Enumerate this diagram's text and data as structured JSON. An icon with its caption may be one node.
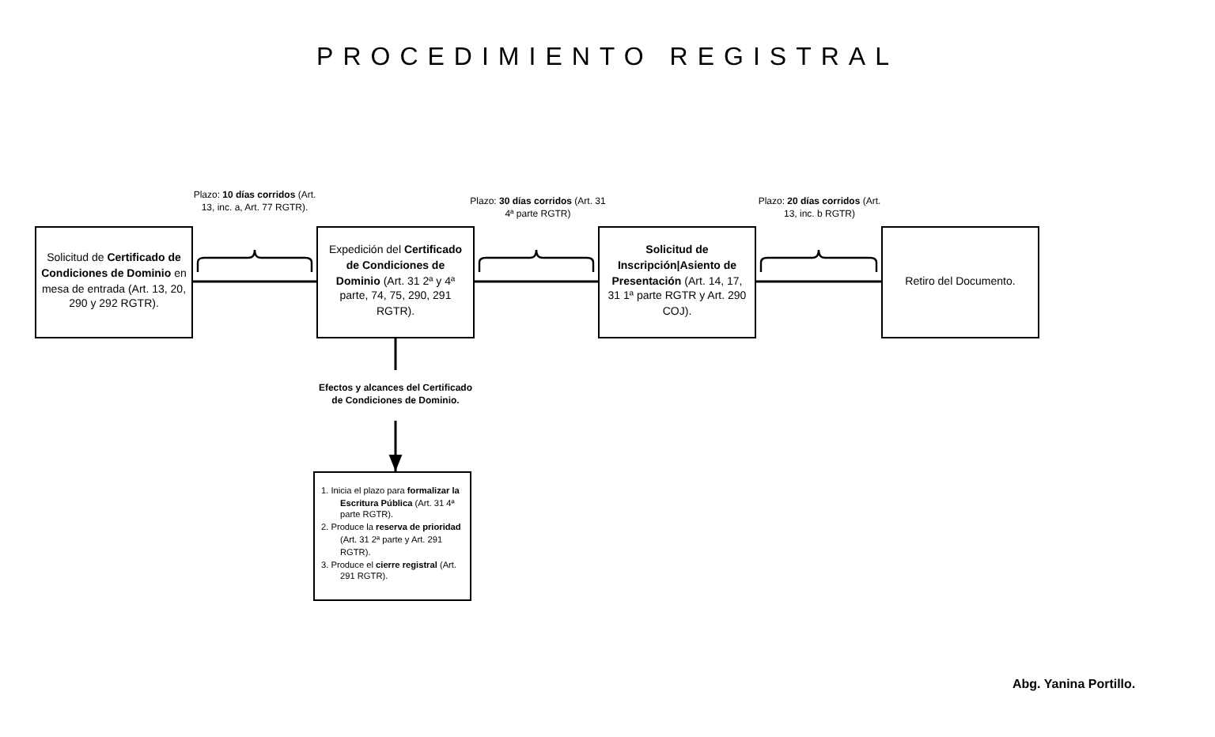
{
  "diagram": {
    "title": "PROCEDIMIENTO REGISTRAL",
    "nodes": [
      {
        "text": [
          "Solicitud de **Certificado de Condiciones de Dominio** en mesa de entrada (Art. 13, 20, 290 y 292 RGTR)."
        ]
      },
      {
        "text": [
          "Expedición del **Certificado de Condiciones de Dominio** (Art. 31 2ª y 4ª parte, 74, 75, 290, 291 RGTR)."
        ]
      },
      {
        "text": [
          "**Solicitud de Inscripción|Asiento de Presentación** (Art. 14, 17, 31 1ª parte RGTR y Art. 290 COJ)."
        ]
      },
      {
        "text": [
          "Retiro del Documento."
        ]
      },
      {
        "text": [
          "Efectos y alcances del Certificado de Condiciones de Dominio."
        ]
      },
      {
        "text": [
          "1. Inicia el plazo para **formalizar la Escritura Pública** (Art. 31 4ª parte RGTR).",
          "2. Produce la **reserva de prioridad** (Art. 31 2ª parte y Art. 291 RGTR).",
          "3. Produce el **cierre registral** (Art. 291 RGTR)."
        ]
      }
    ],
    "edges": [
      {
        "from": 0,
        "to": 1,
        "arrow": "none"
      },
      {
        "from": 1,
        "to": 2,
        "arrow": "none"
      },
      {
        "from": 2,
        "to": 3,
        "arrow": "none"
      },
      {
        "from": 1,
        "to": 4,
        "arrow": "none"
      },
      {
        "from": 4,
        "to": 5,
        "arrow": "to"
      }
    ],
    "labels": [
      "Plazo: **10 días corridos** (Art. 13, inc. a, Art. 77 RGTR).",
      "Plazo: **30 días corridos** (Art. 31 4ª parte RGTR)",
      "Plazo: **20 días corridos** (Art. 13, inc. b RGTR)",
      "Abg. Yanina Portillo."
    ]
  }
}
